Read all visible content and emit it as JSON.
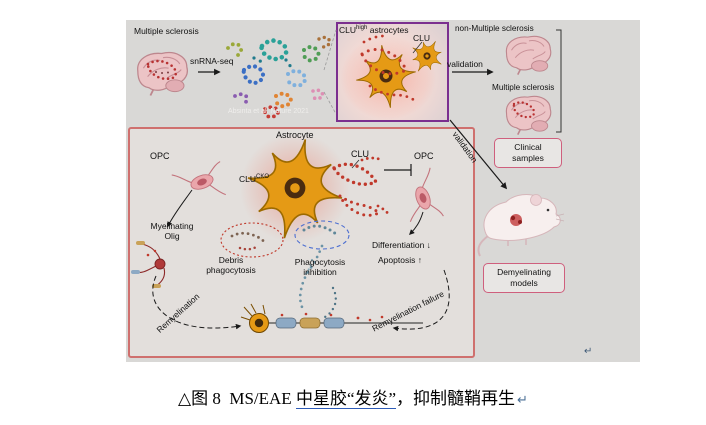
{
  "colors": {
    "figure_bg": "#d9d8d6",
    "mechanism_panel_border": "#cf706e",
    "clu_box_border": "#7b2f8f",
    "badge_border": "#cf5f7d",
    "clu_dot_red": "#c0392b",
    "astrocyte_orange": "#e59a15",
    "caption_underline_blue": "#2e5cb8"
  },
  "discovery": {
    "condition_label": "Multiple sclerosis",
    "method_label": "snRNA-seq",
    "attribution": "Absinta et al. Nature 2021"
  },
  "clu_box": {
    "gene": "CLU",
    "sup": "high",
    "rest": " astrocytes",
    "clu_label": "CLU"
  },
  "clinical": {
    "validation_label": "validation",
    "non_ms_label": "non-Multiple sclerosis",
    "ms_label": "Multiple sclerosis",
    "badge_line1": "Clinical",
    "badge_line2": "samples"
  },
  "models": {
    "validation_label": "validation",
    "badge_line1": "Demyelinating",
    "badge_line2": "models"
  },
  "mechanism": {
    "astrocyte_label": "Astrocyte",
    "clu_label": "CLU",
    "clu_cko_gene": "CLU",
    "clu_cko_sup": "CKO",
    "opc_left_label": "OPC",
    "opc_right_label": "OPC",
    "myelinating_line1": "Myelinating",
    "myelinating_line2": "Olig",
    "debris_line1": "Debris",
    "debris_line2": "phagocytosis",
    "phago_line1": "Phagocytosis",
    "phago_line2": "inhibition",
    "differentiation_label": "Differentiation",
    "differentiation_arrow": "↓",
    "apoptosis_label": "Apoptosis",
    "apoptosis_arrow": "↑",
    "remyelination_label": "Remyelination",
    "remyelination_failure_label": "Remyelination failure"
  },
  "marks": {
    "figure_paragraph_mark": "↵",
    "caption_paragraph_mark": "↵"
  },
  "caption": {
    "prefix": "△图 8  MS/EAE ",
    "underlined": "中星胶“发炎”",
    "suffix": "，抑制髓鞘再生"
  }
}
